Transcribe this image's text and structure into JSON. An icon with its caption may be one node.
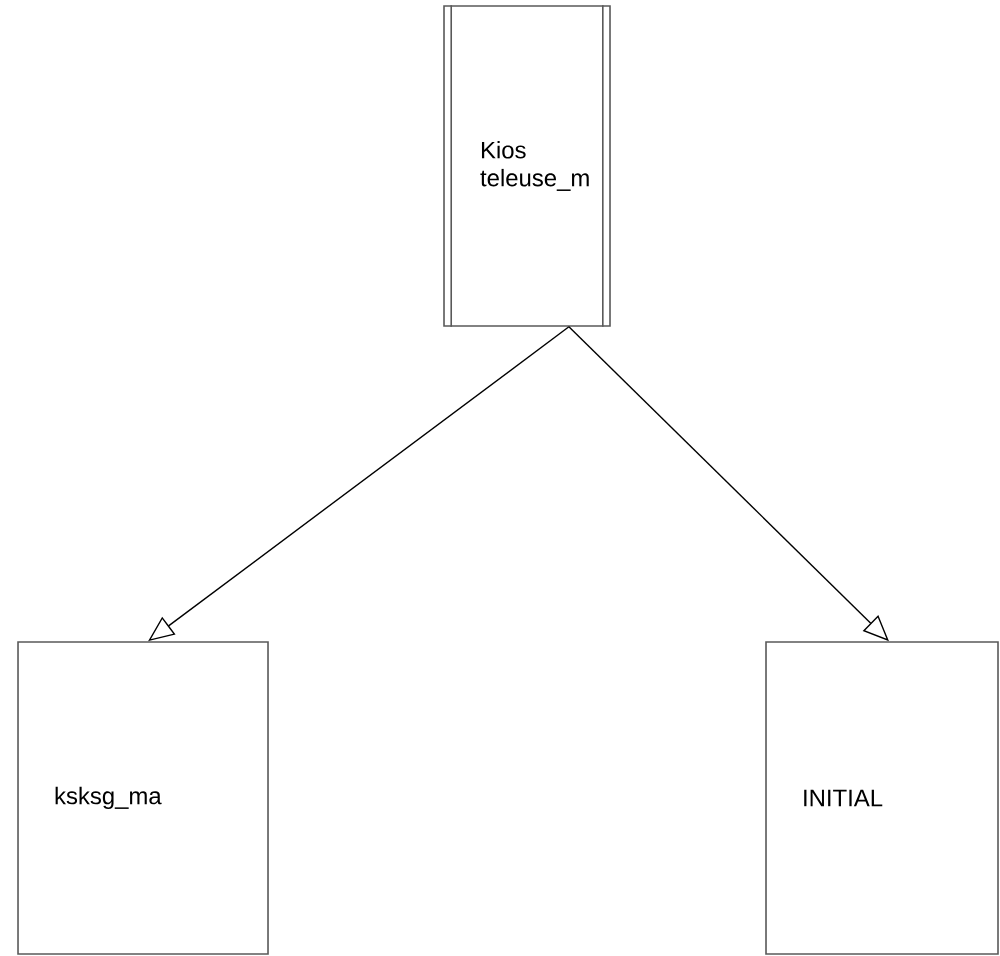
{
  "diagram": {
    "nodes": [
      {
        "text": [
          "Kios teleuse_m"
        ]
      },
      {
        "text": [
          "ksksg_ma"
        ]
      },
      {
        "text": [
          "INITIAL"
        ]
      }
    ],
    "edges": [
      {
        "from": 0,
        "to": 1,
        "arrow": "to"
      },
      {
        "from": 0,
        "to": 2,
        "arrow": "to"
      }
    ]
  }
}
